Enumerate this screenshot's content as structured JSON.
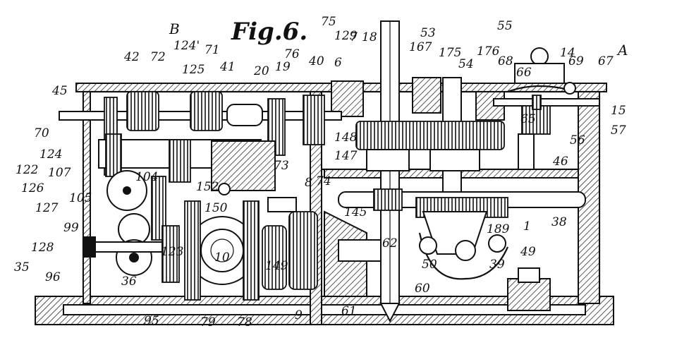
{
  "figure": {
    "title": "Fig.6.",
    "letters": [
      "B",
      "A"
    ],
    "labels": [
      "42",
      "72",
      "124'",
      "71",
      "41",
      "20",
      "19",
      "76",
      "75",
      "129",
      "7",
      "18",
      "40",
      "6",
      "125",
      "53",
      "167",
      "175",
      "55",
      "54",
      "176",
      "68",
      "66",
      "14",
      "69",
      "67",
      "45",
      "70",
      "65",
      "15",
      "57",
      "56",
      "148",
      "147",
      "46",
      "124",
      "122",
      "107",
      "126",
      "105",
      "127",
      "99",
      "128",
      "35",
      "96",
      "104",
      "152",
      "73",
      "74",
      "8",
      "150",
      "10",
      "123",
      "36",
      "95",
      "79",
      "78",
      "149",
      "9",
      "145",
      "62",
      "61",
      "60",
      "50",
      "49",
      "39",
      "189",
      "1",
      "38"
    ]
  }
}
